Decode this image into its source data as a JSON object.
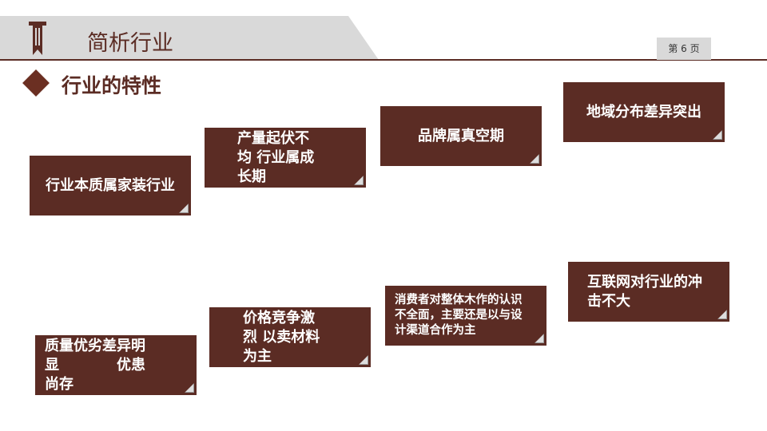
{
  "header": {
    "title": "简析行业",
    "page": "第 6 页"
  },
  "section": {
    "title": "行业的特性"
  },
  "cards": [
    "行业本质属家装行业",
    "产量起伏不\n均 行业属成\n长期",
    "品牌属真空期",
    "地域分布差异突出",
    "质量优劣差异明\n显　　　　优患\n尚存",
    "价格竞争激\n烈 以卖材料\n为主",
    "消费者对整体木作的认识\n不全面，主要还是以与设\n计渠道合作为主",
    "互联网对行业的冲\n击不大"
  ]
}
